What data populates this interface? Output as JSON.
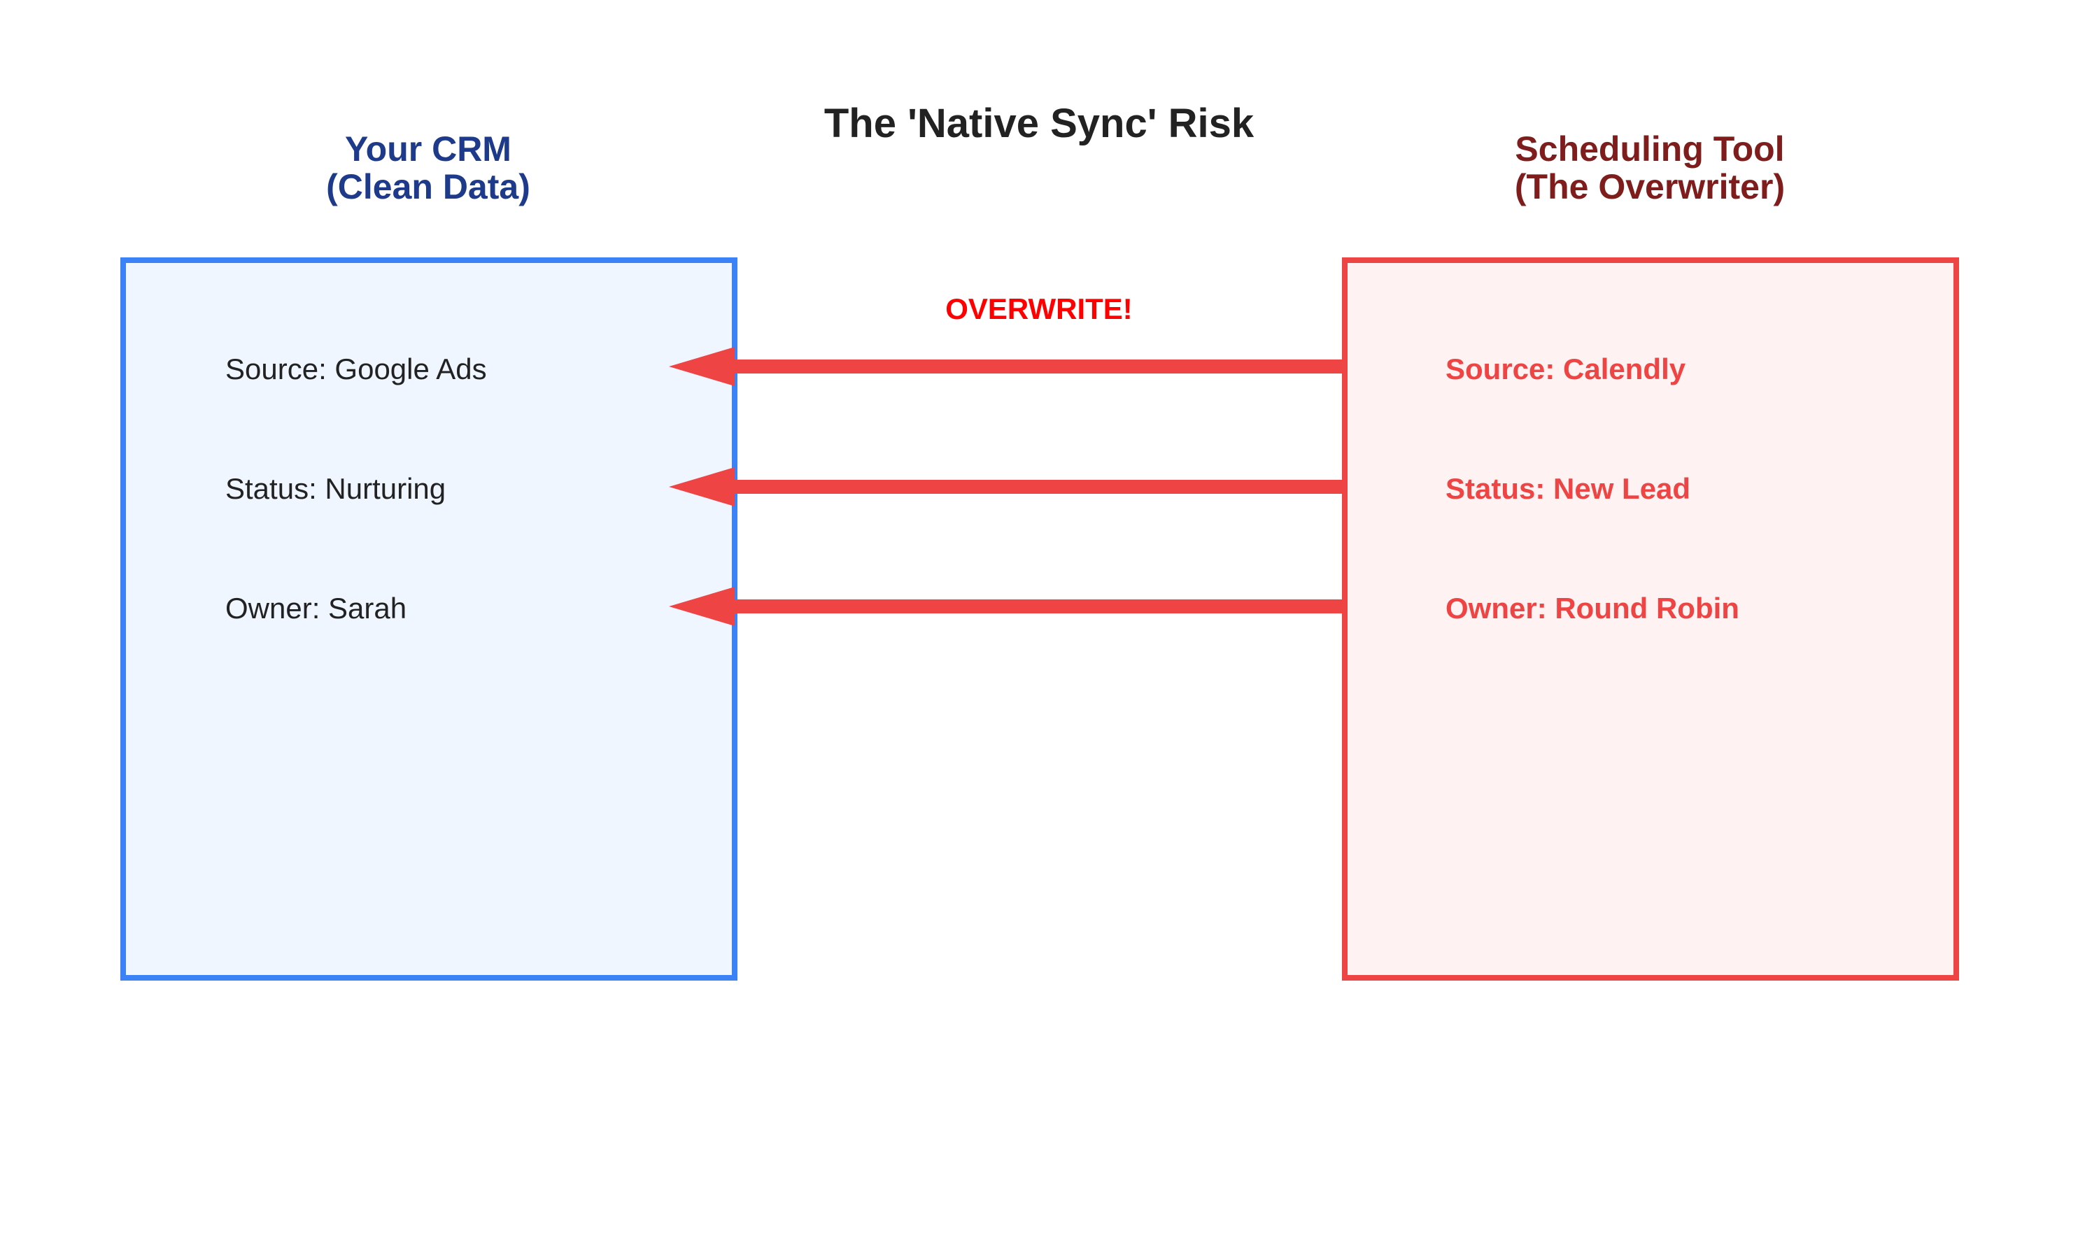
{
  "title": "The 'Native Sync' Risk",
  "crm": {
    "heading_line1": "Your CRM",
    "heading_line2": "(Clean Data)",
    "fields": [
      "Source: Google Ads",
      "Status: Nurturing",
      "Owner: Sarah"
    ]
  },
  "scheduler": {
    "heading_line1": "Scheduling Tool",
    "heading_line2": "(The Overwriter)",
    "fields": [
      "Source: Calendly",
      "Status: New Lead",
      "Owner: Round Robin"
    ]
  },
  "arrow_label": "OVERWRITE!",
  "colors": {
    "title": "#222222",
    "crm_heading": "#1e3a8a",
    "crm_border": "#3b82f6",
    "crm_fill": "#eff6ff",
    "crm_text": "#222222",
    "tool_heading": "#7f1d1d",
    "tool_border": "#ef4444",
    "tool_fill": "#fef2f2",
    "tool_text": "#ef4444",
    "arrow": "#ef4444",
    "arrow_label": "#ff0000"
  }
}
